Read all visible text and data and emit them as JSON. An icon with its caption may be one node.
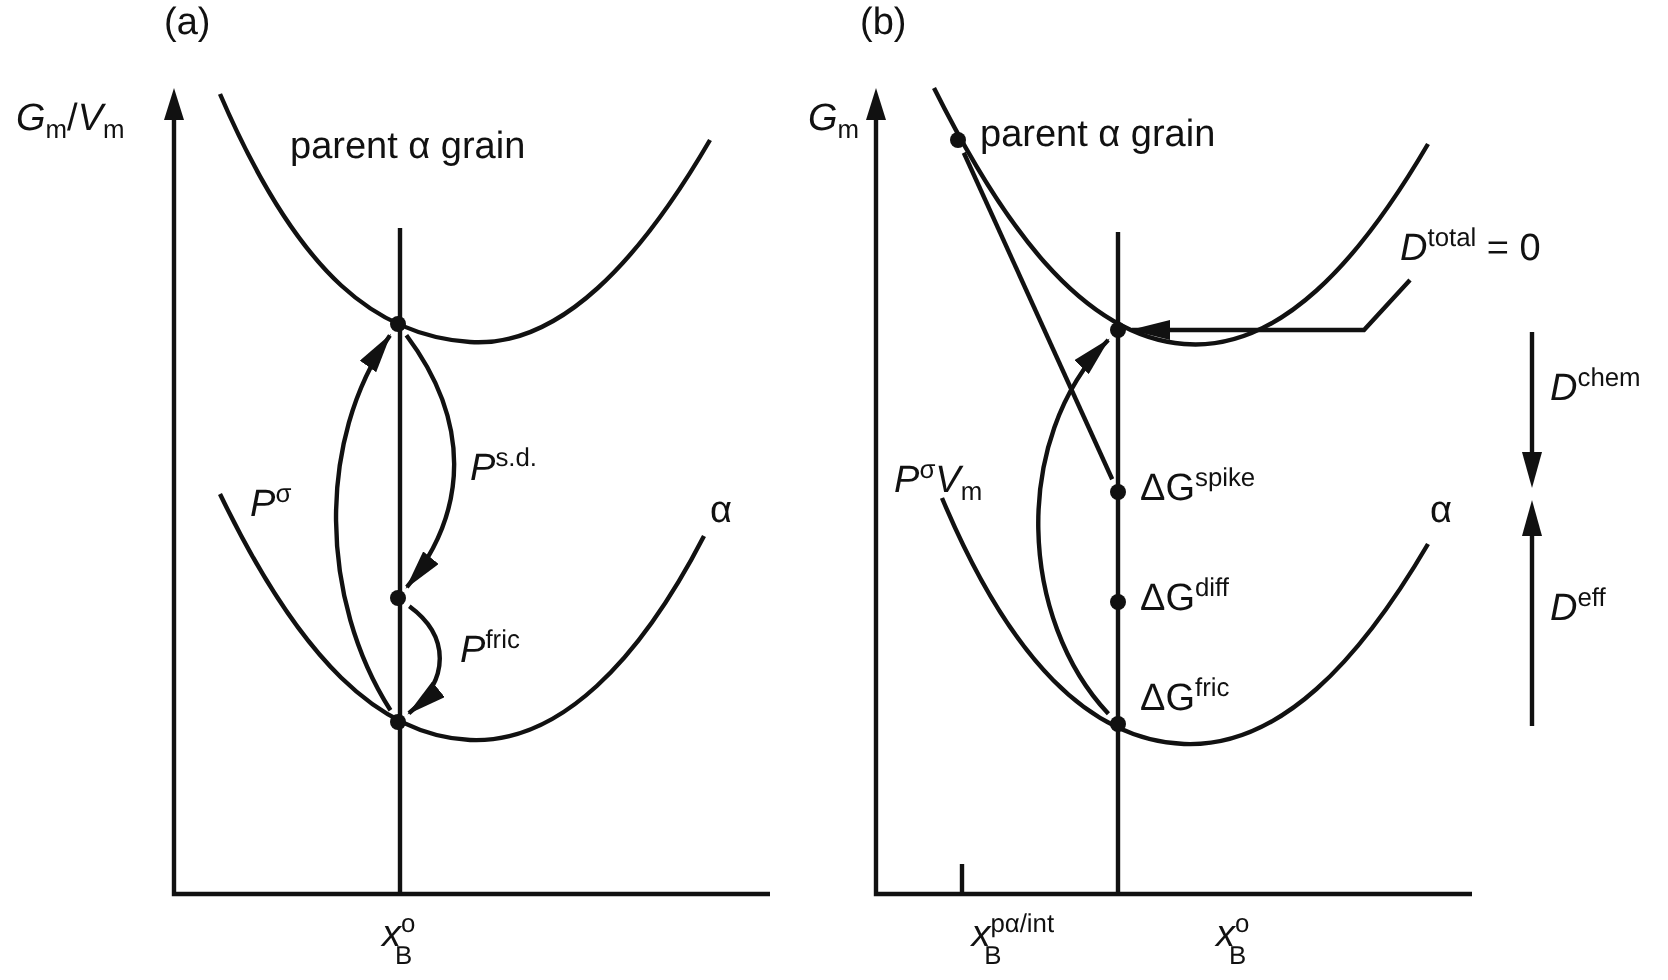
{
  "diagram": {
    "nodes": [
      {
        "text": [],
        "shape": "circle"
      },
      {
        "text": [],
        "shape": "circle"
      },
      {
        "text": [],
        "shape": "circle"
      },
      {
        "text": [],
        "shape": "circle",
        "beside": [
          "parent α grain"
        ]
      },
      {
        "text": [],
        "shape": "circle"
      },
      {
        "text": [],
        "shape": "circle",
        "beside": [
          "ΔG$^{spike}$"
        ]
      },
      {
        "text": [],
        "shape": "circle",
        "beside": [
          "ΔG$^{diff}$"
        ]
      },
      {
        "text": [],
        "shape": "circle",
        "beside": [
          "ΔG$^{fric}$"
        ]
      },
      {
        "text": [
          "*D*$^{total}$ = 0"
        ]
      }
    ],
    "edges": [
      {
        "from": 2,
        "to": 0,
        "arrow": "to",
        "label": "*P*$^{σ}$"
      },
      {
        "from": 0,
        "to": 1,
        "arrow": "to",
        "label": "*P*$^{s.d.}$"
      },
      {
        "from": 1,
        "to": 2,
        "arrow": "to",
        "label": "*P*$^{fric}$"
      },
      {
        "from": 3,
        "to": 5,
        "arrow": "none"
      },
      {
        "from": 7,
        "to": 4,
        "arrow": "to",
        "label": "*P*$^{σ}$*V*$_{m}$"
      },
      {
        "from": 8,
        "to": 4,
        "arrow": "to"
      }
    ],
    "labels": [
      "(a)",
      "(b)",
      "*G*$_{m}$/*V*$_{m}$",
      "parent α grain",
      "*G*$_{m}$",
      "*D*$^{chem}$",
      "α",
      "α",
      "*D*$^{eff}$",
      "*x*$^{o}$$_{B}$",
      "*x*$^{pα/int}$$_{B}$",
      "*x*$^{o}$$_{B}$"
    ]
  }
}
